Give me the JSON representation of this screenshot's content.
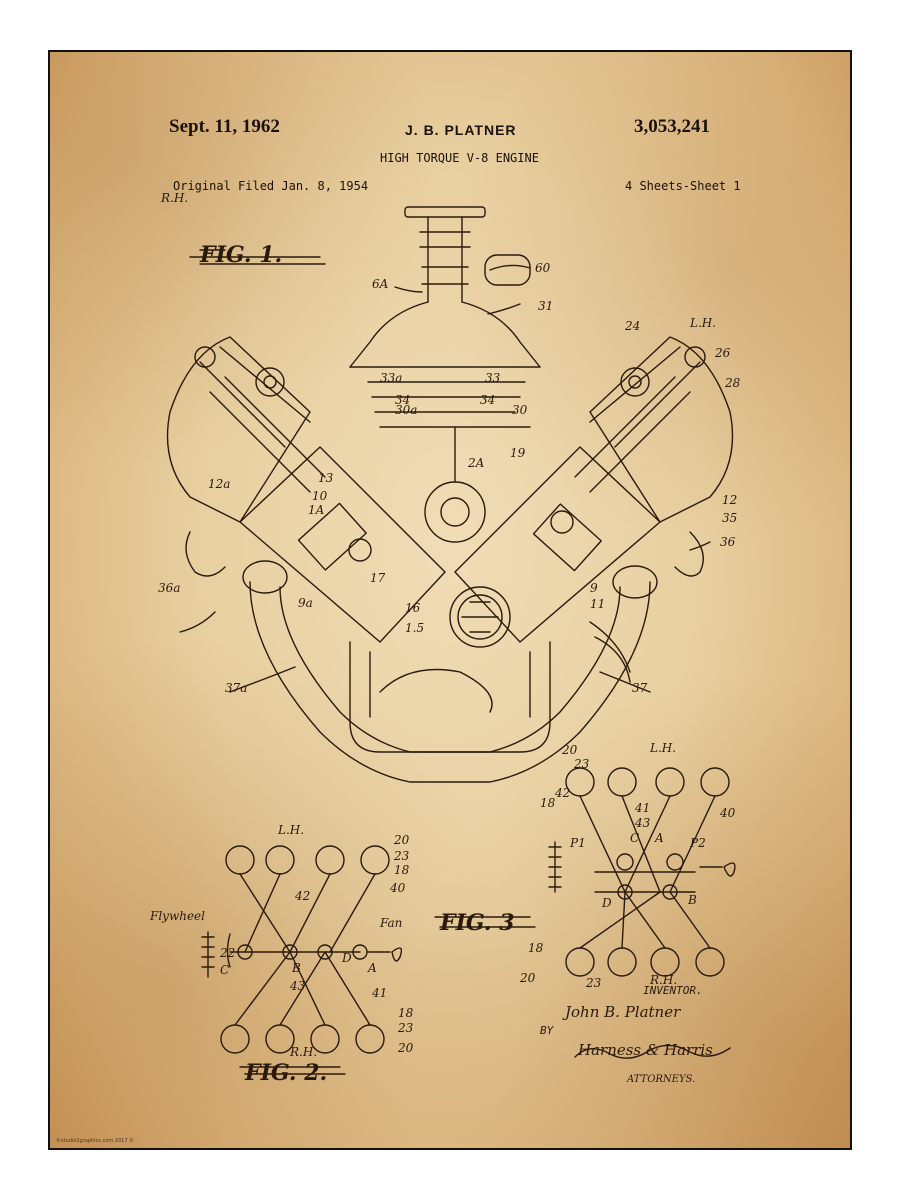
{
  "header": {
    "date": "Sept. 11, 1962",
    "inventor": "J. B. PLATNER",
    "patent_number": "3,053,241",
    "title": "HIGH TORQUE V-8 ENGINE",
    "filed": "Original Filed Jan. 8, 1954",
    "sheets": "4 Sheets-Sheet 1"
  },
  "figures": {
    "fig1": "FIG. 1.",
    "fig2": "FIG. 2.",
    "fig3": "FIG. 3"
  },
  "signature": {
    "inventor_label": "INVENTOR.",
    "inventor_name": "John B. Platner",
    "by": "BY",
    "attorneys_name": "Harness & Harris",
    "attorneys_label": "ATTORNEYS."
  },
  "labels": {
    "rh": "R.H.",
    "lh": "L.H.",
    "flywheel": "Flywheel",
    "fan": "Fan"
  },
  "credit": "©studio2graphics.com 2017 ©"
}
